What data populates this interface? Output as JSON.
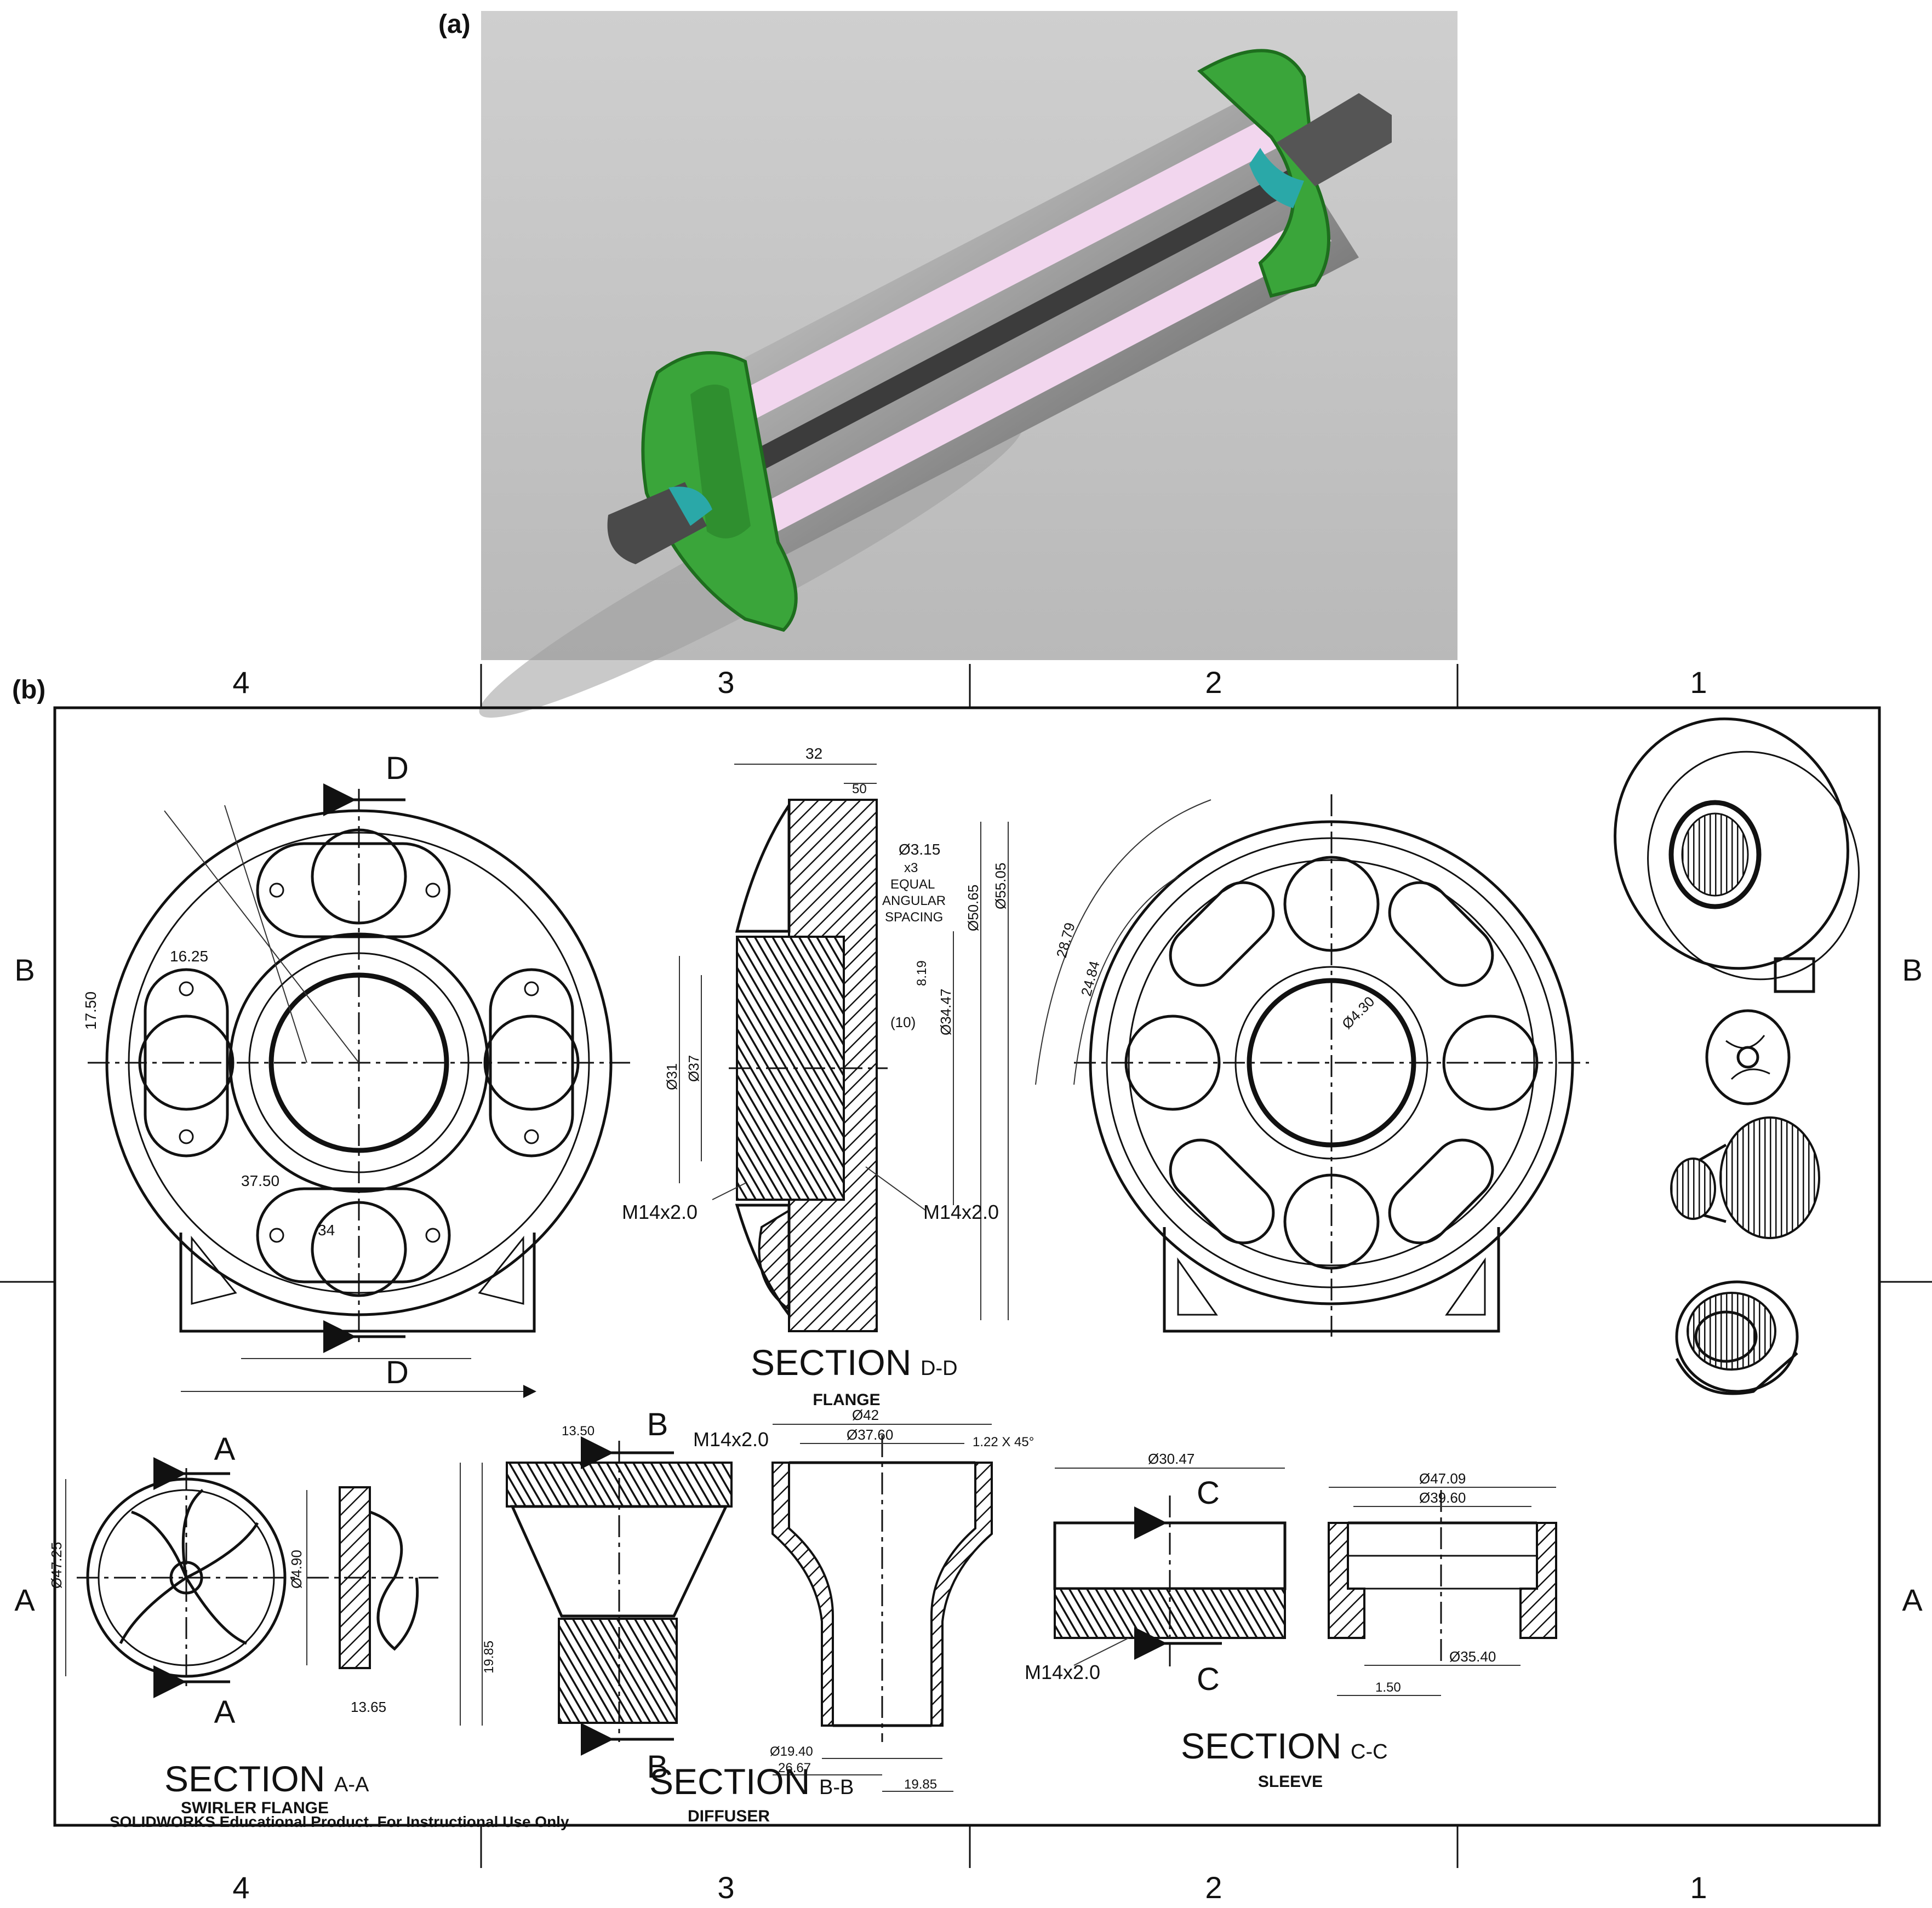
{
  "panels": {
    "a": "(a)",
    "b": "(b)"
  },
  "zones": {
    "columns": [
      "4",
      "3",
      "2",
      "1"
    ],
    "rows": [
      "B",
      "A"
    ]
  },
  "colors": {
    "render_background": "#c4c4c4",
    "flange_green": "#3aa53a",
    "tube_pink": "#f2d6ee",
    "swirler_teal": "#2aa8a8"
  },
  "views": {
    "section_dd": {
      "title": "SECTION",
      "letters": "D-D",
      "subtitle": "FLANGE",
      "cut_label": "D"
    },
    "section_aa": {
      "title": "SECTION",
      "letters": "A-A",
      "subtitle": "SWIRLER FLANGE",
      "cut_label": "A"
    },
    "section_bb": {
      "title": "SECTION",
      "letters": "B-B",
      "subtitle": "DIFFUSER",
      "cut_label": "B"
    },
    "section_cc": {
      "title": "SECTION",
      "letters": "C-C",
      "subtitle": "SLEEVE",
      "cut_label": "C"
    }
  },
  "thread_callouts": [
    "M14x2.0",
    "M14x2.0",
    "M14x2.0",
    "M14x2.0"
  ],
  "dimensions": {
    "flange_section": [
      "32",
      "50",
      "Ø3.15",
      "x3",
      "EQUAL",
      "ANGULAR",
      "SPACING",
      "Ø50.65",
      "Ø55.05",
      "Ø34.47",
      "8.19",
      "Ø31",
      "Ø37",
      "(10)"
    ],
    "flange_front": [
      "16.25",
      "37.50",
      "17.50",
      "34"
    ],
    "flange_rear": [
      "28.79",
      "24.84",
      "Ø4.30"
    ],
    "diffuser": [
      "13.50",
      "Ø42",
      "Ø37.60",
      "1.22 X 45°",
      "Ø19.40",
      "26.67",
      "19.85"
    ],
    "sleeve": [
      "Ø30.47",
      "Ø47.09",
      "Ø39.60",
      "Ø35.40",
      "1.50"
    ],
    "swirler": [
      "Ø47.25",
      "Ø4.90",
      "13.65"
    ]
  },
  "watermark": "SOLIDWORKS Educational Product. For Instructional Use Only"
}
